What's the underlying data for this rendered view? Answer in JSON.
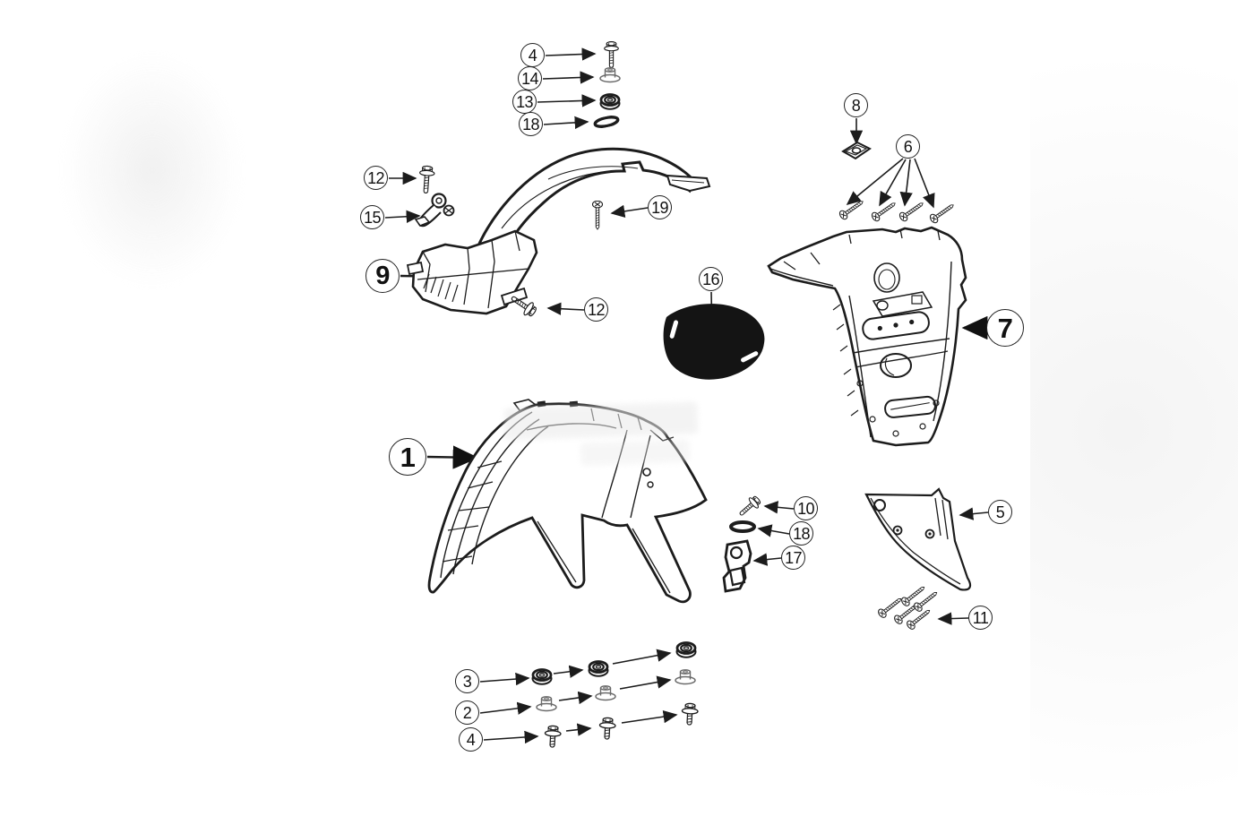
{
  "diagram": {
    "kind": "exploded-parts-diagram",
    "background_color": "#ffffff",
    "line_color": "#1c1c1c",
    "solid_part_color": "#141414",
    "callout_fill": "#ffffff",
    "callout_text_color": "#111111"
  },
  "callouts": [
    {
      "number": "4"
    },
    {
      "number": "14"
    },
    {
      "number": "13"
    },
    {
      "number": "18"
    },
    {
      "number": "12"
    },
    {
      "number": "15"
    },
    {
      "number": "9"
    },
    {
      "number": "19"
    },
    {
      "number": "12"
    },
    {
      "number": "8"
    },
    {
      "number": "6"
    },
    {
      "number": "7"
    },
    {
      "number": "16"
    },
    {
      "number": "1"
    },
    {
      "number": "10"
    },
    {
      "number": "18"
    },
    {
      "number": "17"
    },
    {
      "number": "5"
    },
    {
      "number": "11"
    },
    {
      "number": "3"
    },
    {
      "number": "2"
    },
    {
      "number": "4"
    }
  ],
  "hardware_counts": {
    "callout_6_screws": 4,
    "callout_11_screws": 5,
    "callout_3_grommets": 3,
    "callout_2_spacers": 3,
    "callout_4_bottom_bolts": 3
  }
}
